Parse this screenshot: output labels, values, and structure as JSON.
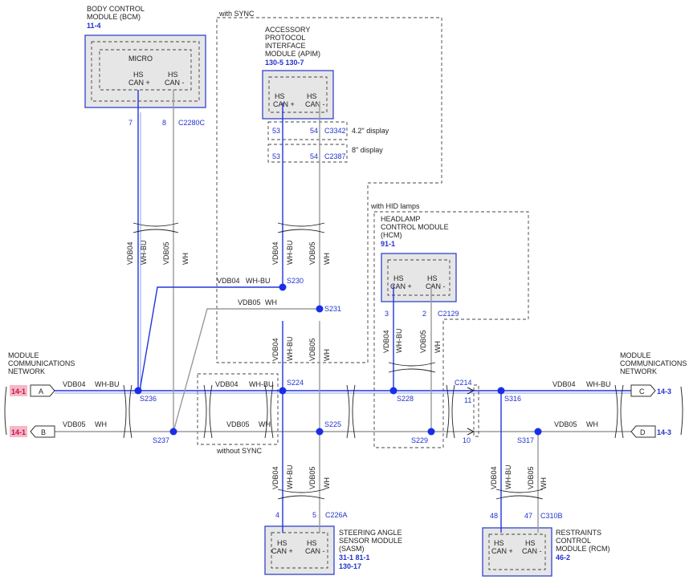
{
  "modules": {
    "bcm": {
      "title_lines": [
        "BODY CONTROL",
        "MODULE (BCM)"
      ],
      "ref": "11-4",
      "inner": "MICRO",
      "pin_a": [
        "HS",
        "CAN +"
      ],
      "pin_b": [
        "HS",
        "CAN -"
      ],
      "conn": "C2280C",
      "pin_a_no": "7",
      "pin_b_no": "8"
    },
    "apim": {
      "title_lines": [
        "ACCESSORY",
        "PROTOCOL",
        "INTERFACE",
        "MODULE (APIM)"
      ],
      "ref": "130-5  130-7",
      "pin_a": [
        "HS",
        "CAN +"
      ],
      "pin_b": [
        "HS",
        "CAN -"
      ]
    },
    "hcm": {
      "title_lines": [
        "HEADLAMP",
        "CONTROL MODULE",
        "(HCM)"
      ],
      "ref": "91-1",
      "pin_a": [
        "HS",
        "CAN +"
      ],
      "pin_b": [
        "HS",
        "CAN -"
      ],
      "conn": "C2129",
      "pin_a_no": "3",
      "pin_b_no": "2"
    },
    "sasm": {
      "title_lines": [
        "STEERING ANGLE",
        "SENSOR MODULE",
        "(SASM)"
      ],
      "ref": "31-1    81-1",
      "ref2": "130-17",
      "pin_a": [
        "HS",
        "CAN +"
      ],
      "pin_b": [
        "HS",
        "CAN -"
      ],
      "conn": "C226A",
      "pin_a_no": "4",
      "pin_b_no": "5"
    },
    "rcm": {
      "title_lines": [
        "RESTRAINTS",
        "CONTROL",
        "MODULE (RCM)"
      ],
      "ref": "46-2",
      "pin_a": [
        "HS",
        "CAN +"
      ],
      "pin_b": [
        "HS",
        "CAN -"
      ],
      "conn": "C310B",
      "pin_a_no": "48",
      "pin_b_no": "47"
    }
  },
  "groups": {
    "with_sync": "with SYNC",
    "without_sync": "without SYNC",
    "with_hid": "with HID lamps"
  },
  "apim_connectors": [
    {
      "pin_a": "53",
      "pin_b": "54",
      "conn": "C3342",
      "note": "4.2\" display"
    },
    {
      "pin_a": "53",
      "pin_b": "54",
      "conn": "C2387",
      "note": "8\" display"
    }
  ],
  "network_labels": {
    "left": [
      "MODULE",
      "COMMUNICATIONS",
      "NETWORK"
    ],
    "right": [
      "MODULE",
      "COMMUNICATIONS",
      "NETWORK"
    ]
  },
  "offpage": {
    "left_a": {
      "ref": "14-1",
      "letter": "A"
    },
    "left_b": {
      "ref": "14-1",
      "letter": "B"
    },
    "right_c": {
      "ref": "14-3",
      "letter": "C"
    },
    "right_d": {
      "ref": "14-3",
      "letter": "D"
    }
  },
  "wire_labels": {
    "vdb04": "VDB04",
    "vdb05": "VDB05",
    "wh_bu": "WH-BU",
    "wh": "WH"
  },
  "splices": [
    "S230",
    "S231",
    "S236",
    "S237",
    "S224",
    "S225",
    "S228",
    "S229",
    "S316",
    "S317"
  ],
  "c214": {
    "name": "C214",
    "pin_a": "11",
    "pin_b": "10"
  }
}
